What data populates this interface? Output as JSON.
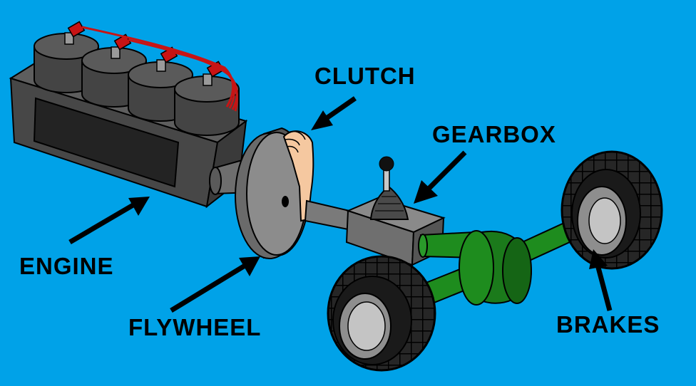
{
  "labels": {
    "clutch": "CLUTCH",
    "gearbox": "GEARBOX",
    "engine": "ENGINE",
    "flywheel": "FLYWHEEL",
    "brakes": "BRAKES"
  },
  "colors": {
    "background": "#00a2e8",
    "engine": "#4a4a4a",
    "flywheel": "#8c8c8c",
    "shaft": "#1e8c1e",
    "tyre": "#1e1e1e",
    "spark_leads": "#c81414",
    "arm": "#f5c8a0"
  }
}
